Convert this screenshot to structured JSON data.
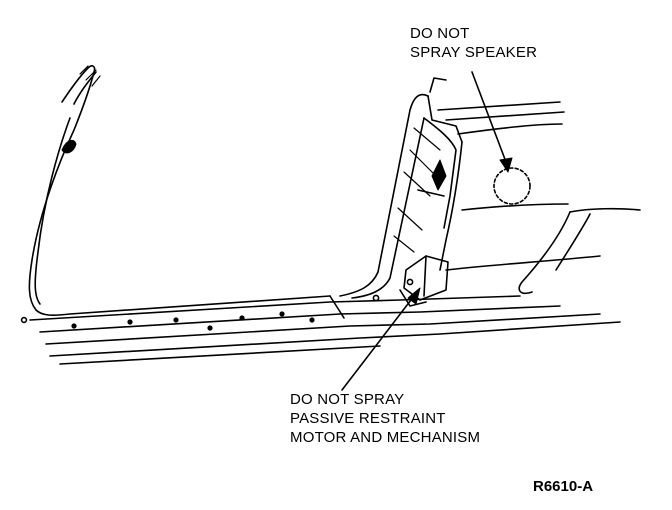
{
  "callouts": {
    "speaker": [
      "DO NOT",
      "SPRAY SPEAKER"
    ],
    "restraint": [
      "DO NOT SPRAY",
      "PASSIVE RESTRAINT",
      "MOTOR AND MECHANISM"
    ]
  },
  "figure_id": "R6610-A"
}
